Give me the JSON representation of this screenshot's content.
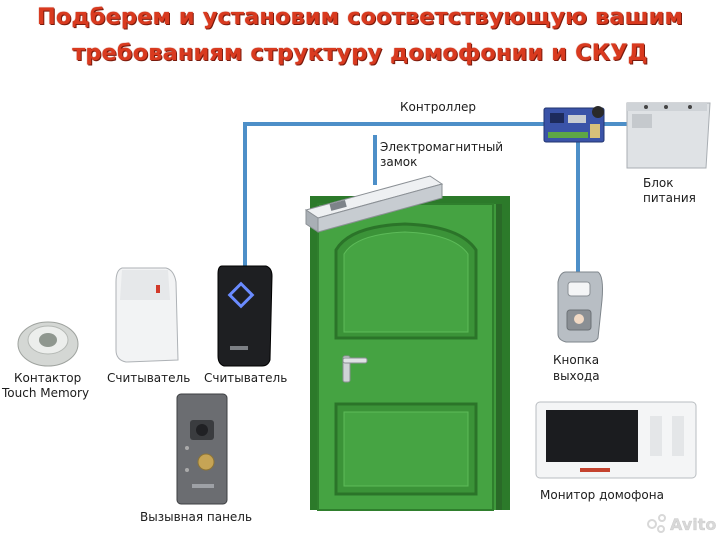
{
  "title": {
    "line1": "Подберем и установим соответствующую вашим",
    "line2": "требованиям структуру домофонии и СКУД"
  },
  "labels": {
    "controller": "Контроллер",
    "lock_line1": "Электромагнитный",
    "lock_line2": "замок",
    "power_line1": "Блок",
    "power_line2": "питания",
    "contactor_line1": "Контактор",
    "contactor_line2": "Touch Memory",
    "reader1": "Считыватель",
    "reader2": "Считыватель",
    "button_line1": "Кнопка",
    "button_line2": "выхода",
    "call_panel": "Вызывная панель",
    "monitor": "Монитор домофона",
    "watermark": "Avito"
  },
  "colors": {
    "title": "#d93a1f",
    "wire": "#4d8fc8",
    "door": "#3f9a3c",
    "door_dark": "#2c7a2a"
  }
}
